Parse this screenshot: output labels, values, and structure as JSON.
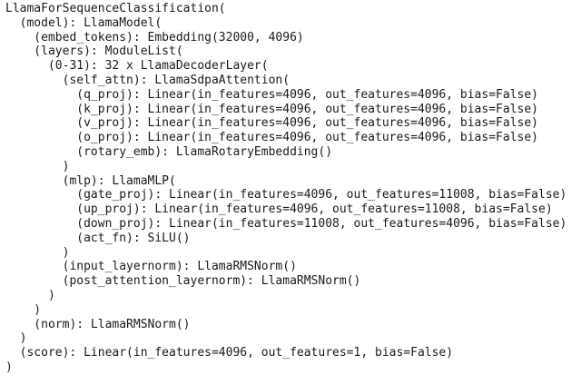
{
  "output": {
    "lines": [
      "LlamaForSequenceClassification(",
      "  (model): LlamaModel(",
      "    (embed_tokens): Embedding(32000, 4096)",
      "    (layers): ModuleList(",
      "      (0-31): 32 x LlamaDecoderLayer(",
      "        (self_attn): LlamaSdpaAttention(",
      "          (q_proj): Linear(in_features=4096, out_features=4096, bias=False)",
      "          (k_proj): Linear(in_features=4096, out_features=4096, bias=False)",
      "          (v_proj): Linear(in_features=4096, out_features=4096, bias=False)",
      "          (o_proj): Linear(in_features=4096, out_features=4096, bias=False)",
      "          (rotary_emb): LlamaRotaryEmbedding()",
      "        )",
      "        (mlp): LlamaMLP(",
      "          (gate_proj): Linear(in_features=4096, out_features=11008, bias=False)",
      "          (up_proj): Linear(in_features=4096, out_features=11008, bias=False)",
      "          (down_proj): Linear(in_features=11008, out_features=4096, bias=False)",
      "          (act_fn): SiLU()",
      "        )",
      "        (input_layernorm): LlamaRMSNorm()",
      "        (post_attention_layernorm): LlamaRMSNorm()",
      "      )",
      "    )",
      "    (norm): LlamaRMSNorm()",
      "  )",
      "  (score): Linear(in_features=4096, out_features=1, bias=False)",
      ")"
    ]
  }
}
